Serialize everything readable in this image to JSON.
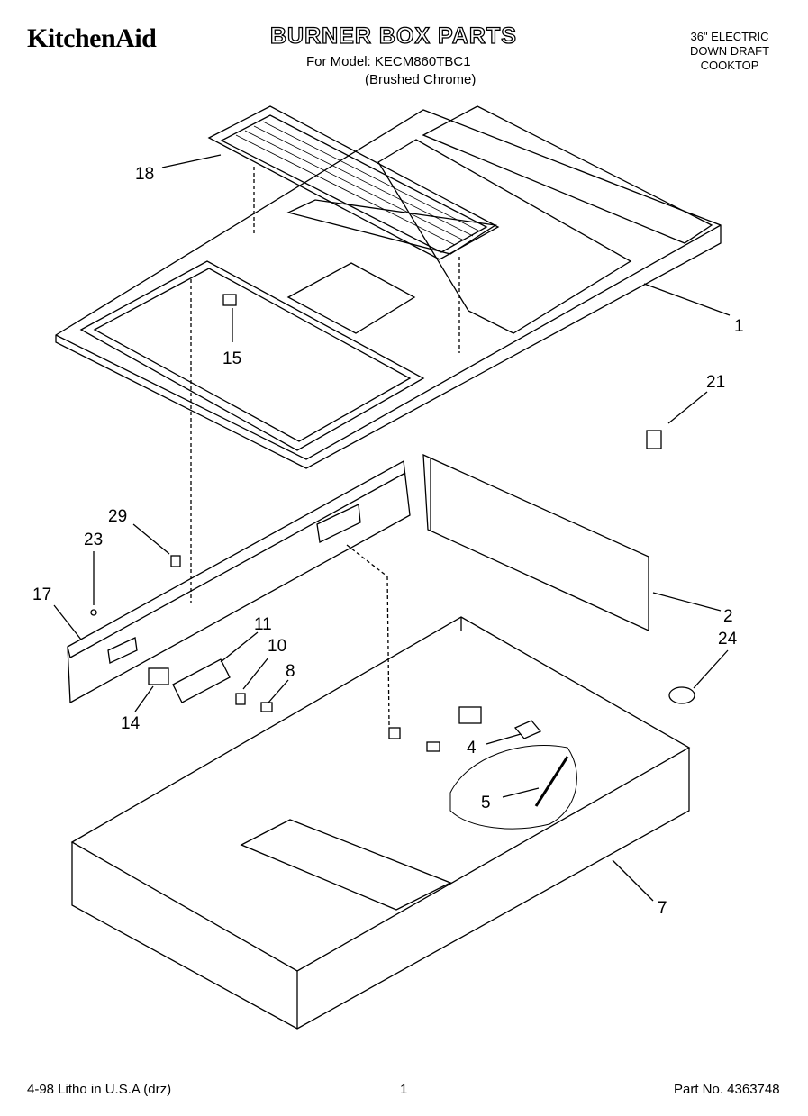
{
  "header": {
    "brand": "KitchenAid",
    "title": "BURNER BOX PARTS",
    "model_line": "For Model: KECM860TBC1",
    "finish_line": "(Brushed Chrome)",
    "product_lines": [
      "36\" ELECTRIC",
      "DOWN DRAFT",
      "COOKTOP"
    ]
  },
  "callouts": [
    "18",
    "1",
    "15",
    "21",
    "29",
    "23",
    "17",
    "11",
    "10",
    "8",
    "2",
    "24",
    "14",
    "4",
    "5",
    "7"
  ],
  "footer": {
    "left": "4-98 Litho in U.S.A (drz)",
    "page": "1",
    "part_no": "Part No. 4363748"
  }
}
